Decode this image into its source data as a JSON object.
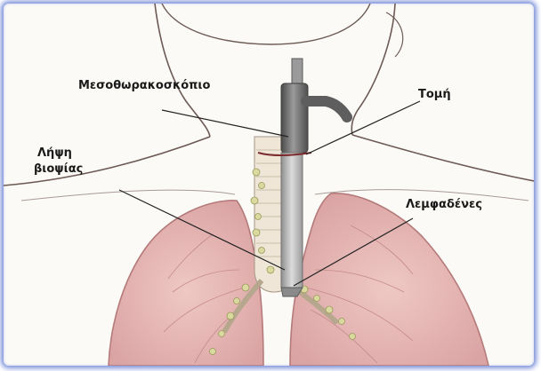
{
  "labels": {
    "mediastinoscope": "Μεσοθωρακοσκόπιο",
    "incision": "Τομή",
    "biopsy_line1": "Λήψη",
    "biopsy_line2": "βιοψίας",
    "lymph_nodes": "Λεμφαδένες"
  },
  "colors": {
    "frame_glow": "#7a8fd8",
    "lung_fill": "#e7b8b8",
    "lung_stroke": "#b57a7a",
    "scope": "#6b6b6b",
    "lymph_node": "#d9d9a0",
    "outline": "#6d5a55"
  }
}
